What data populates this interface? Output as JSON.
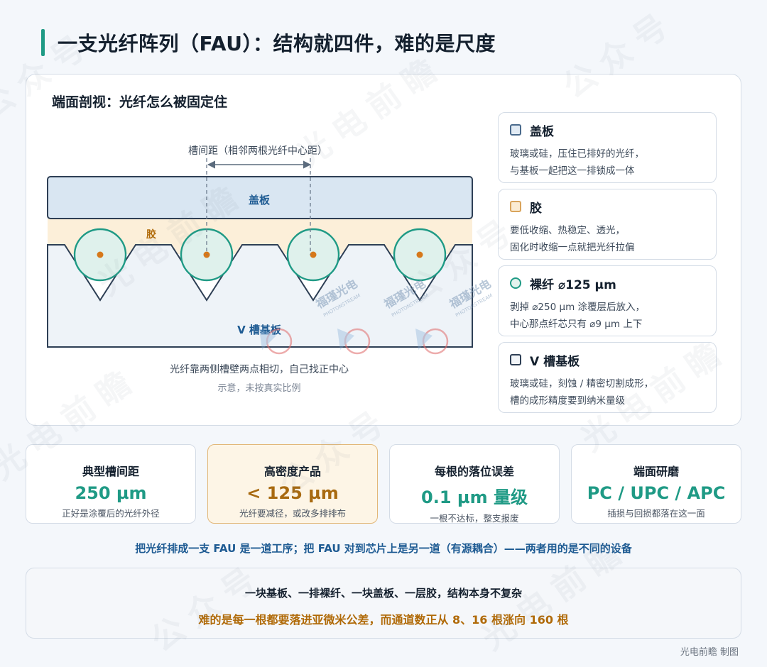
{
  "title": "一支光纤阵列（FAU）：结构就四件，难的是尺度",
  "section_heading": "端面剖视：光纤怎么被固定住",
  "diagram": {
    "pitch_label": "槽间距（相邻两根光纤中心距）",
    "cover_label": "盖板",
    "glue_label": "胶",
    "substrate_label": "V 槽基板",
    "caption": "光纤靠两侧槽壁两点相切，自己找正中心",
    "note": "示意，未按真实比例"
  },
  "legend": [
    {
      "title": "盖板",
      "desc1": "玻璃或硅，压住已排好的光纤，",
      "desc2": "与基板一起把这一排锁成一体",
      "swatch_color": "#e2ebf4",
      "swatch_border": "#4a6a8c"
    },
    {
      "title": "胶",
      "desc1": "要低收缩、热稳定、透光，",
      "desc2": "固化时收缩一点就把光纤拉偏",
      "swatch_color": "#fbecd3",
      "swatch_border": "#d9a45c"
    },
    {
      "title": "裸纤 ⌀125 µm",
      "desc1": "剥掉 ⌀250 µm 涂覆层后放入，",
      "desc2": "中心那点纤芯只有 ⌀9 µm 上下",
      "swatch_color": "#e3f3ee",
      "swatch_border": "#1f9a85"
    },
    {
      "title": "V 槽基板",
      "desc1": "玻璃或硅，刻蚀 / 精密切割成形，",
      "desc2": "槽的成形精度要到纳米量级",
      "swatch_color": "#f2f5f8",
      "swatch_border": "#2e3f55"
    }
  ],
  "stats": [
    {
      "label": "典型槽间距",
      "value": "250 µm",
      "note": "正好是涂覆后的光纤外径"
    },
    {
      "label": "高密度产品",
      "value": "< 125 µm",
      "note": "光纤要减径，或改多排排布"
    },
    {
      "label": "每根的落位误差",
      "value": "0.1 µm 量级",
      "note": "一根不达标，整支报废"
    },
    {
      "label": "端面研磨",
      "value": "PC / UPC / APC",
      "note": "插损与回损都落在这一面"
    }
  ],
  "banner": "把光纤排成一支 FAU 是一道工序；把 FAU 对到芯片上是另一道（有源耦合）——两者用的是不同的设备",
  "summary": {
    "line1": "一块基板、一排裸纤、一块盖板、一层胶，结构本身不复杂",
    "line2": "难的是每一根都要落进亚微米公差，而通道数正从 8、16 根涨向 160 根"
  },
  "footer": "光电前瞻 制图",
  "watermark": {
    "text1": "光电前瞻",
    "text2": "公众号",
    "stamp_cn": "福瑾光电",
    "stamp_en": "PHOTONSTREAM"
  },
  "colors": {
    "accent": "#1f9a85",
    "cover_fill": "#d9e6f2",
    "glue_fill": "#fcefd9",
    "fiber_fill": "#dff1ec",
    "core": "#d6781a",
    "substrate_fill": "#eef3f8",
    "outline": "#2e3f55"
  }
}
